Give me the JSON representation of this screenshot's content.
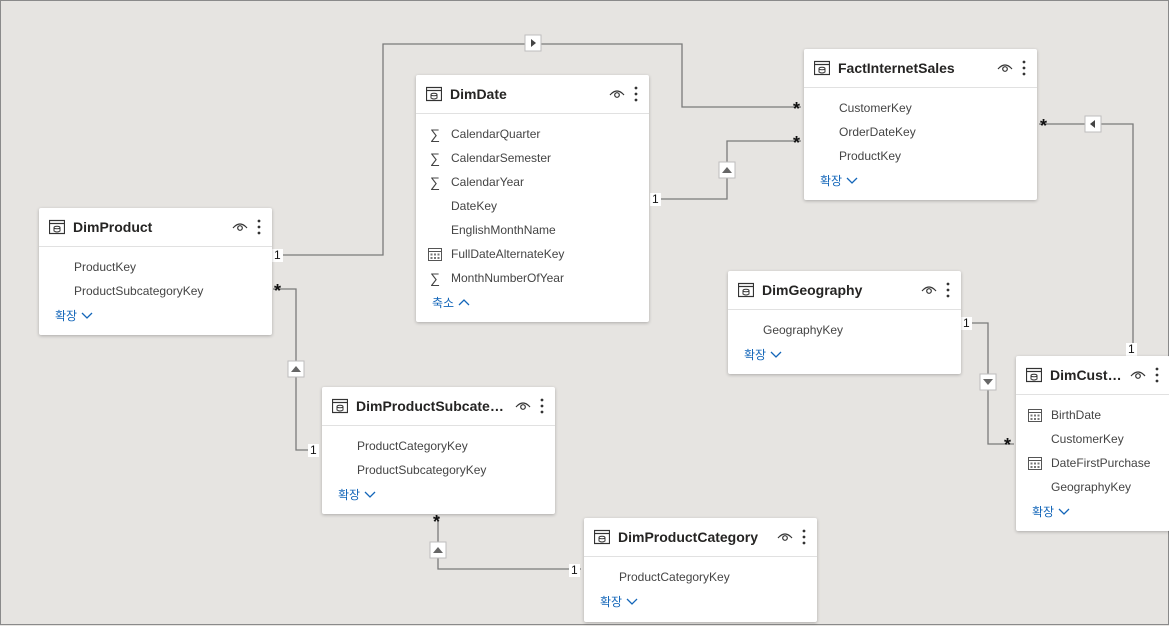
{
  "labels": {
    "expand": "확장",
    "collapse": "축소"
  },
  "tables": {
    "dimdate": {
      "title": "DimDate",
      "fields": [
        {
          "name": "CalendarQuarter",
          "icon": "sigma-icon"
        },
        {
          "name": "CalendarSemester",
          "icon": "sigma-icon"
        },
        {
          "name": "CalendarYear",
          "icon": "sigma-icon"
        },
        {
          "name": "DateKey",
          "icon": "none"
        },
        {
          "name": "EnglishMonthName",
          "icon": "none"
        },
        {
          "name": "FullDateAlternateKey",
          "icon": "calendar-icon"
        },
        {
          "name": "MonthNumberOfYear",
          "icon": "sigma-icon"
        }
      ]
    },
    "factinternetsales": {
      "title": "FactInternetSales",
      "fields": [
        {
          "name": "CustomerKey",
          "icon": "none"
        },
        {
          "name": "OrderDateKey",
          "icon": "none"
        },
        {
          "name": "ProductKey",
          "icon": "none"
        }
      ]
    },
    "dimproduct": {
      "title": "DimProduct",
      "fields": [
        {
          "name": "ProductKey",
          "icon": "none"
        },
        {
          "name": "ProductSubcategoryKey",
          "icon": "none"
        }
      ]
    },
    "dimgeography": {
      "title": "DimGeography",
      "fields": [
        {
          "name": "GeographyKey",
          "icon": "none"
        }
      ]
    },
    "dimproductsubcategory": {
      "title": "DimProductSubcateg...",
      "fields": [
        {
          "name": "ProductCategoryKey",
          "icon": "none"
        },
        {
          "name": "ProductSubcategoryKey",
          "icon": "none"
        }
      ]
    },
    "dimcustomer": {
      "title": "DimCustomer",
      "fields": [
        {
          "name": "BirthDate",
          "icon": "calendar-icon"
        },
        {
          "name": "CustomerKey",
          "icon": "none"
        },
        {
          "name": "DateFirstPurchase",
          "icon": "calendar-icon"
        },
        {
          "name": "GeographyKey",
          "icon": "none"
        }
      ]
    },
    "dimproductcategory": {
      "title": "DimProductCategory",
      "fields": [
        {
          "name": "ProductCategoryKey",
          "icon": "none"
        }
      ]
    }
  },
  "cardinality": {
    "one": "1",
    "many": "*"
  }
}
